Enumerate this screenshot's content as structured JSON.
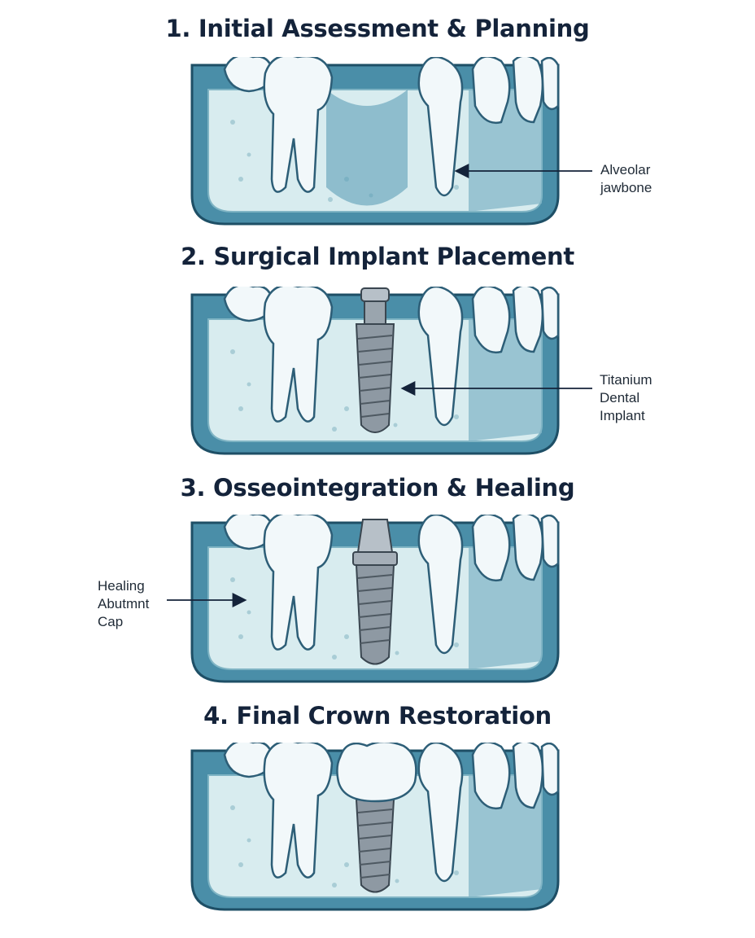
{
  "stages": [
    {
      "title": "1. Initial Assessment & Planning"
    },
    {
      "title": "2. Surgical Implant Placement"
    },
    {
      "title": "3. Osseointegration & Healing"
    },
    {
      "title": "4. Final Crown Restoration"
    }
  ],
  "callouts": {
    "bone": [
      "Alveolar",
      "jawbone"
    ],
    "implant": [
      "Titanium",
      "Dental",
      "Implant"
    ],
    "healing": [
      "Healing",
      "Abutmnt",
      "Cap"
    ]
  },
  "colors": {
    "gum": "#4a8ea8",
    "gum_dark": "#2f6b86",
    "bone": "#d8ecef",
    "tooth": "#f2f8fa",
    "implant": "#8e99a3",
    "ink": "#14233a"
  }
}
